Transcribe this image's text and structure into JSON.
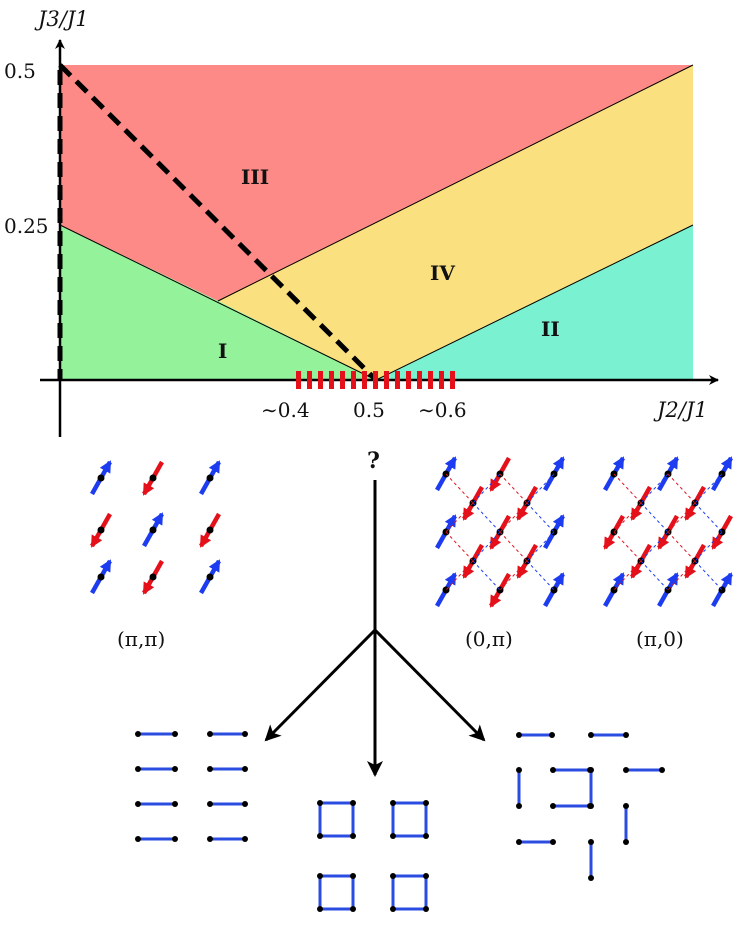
{
  "axes": {
    "y_label": "J3/J1",
    "x_label": "J2/J1",
    "y_ticks": [
      "0.5",
      "0.25"
    ],
    "x_ticks": [
      "∼0.4",
      "0.5",
      "∼0.6"
    ]
  },
  "regions": [
    {
      "label": "III",
      "color": "#fd8a86"
    },
    {
      "label": "IV",
      "color": "#fbe07f"
    },
    {
      "label": "I",
      "color": "#94f29a"
    },
    {
      "label": "II",
      "color": "#7af1d0"
    }
  ],
  "question_mark": "?",
  "orders": [
    {
      "label": "(π,π)"
    },
    {
      "label": "(0,π)"
    },
    {
      "label": "(π,0)"
    }
  ],
  "colors": {
    "spin_up": "#1d3cf0",
    "spin_down": "#e4101a",
    "dimer": "#2a4ce0",
    "critical_line": "#e4101a"
  }
}
